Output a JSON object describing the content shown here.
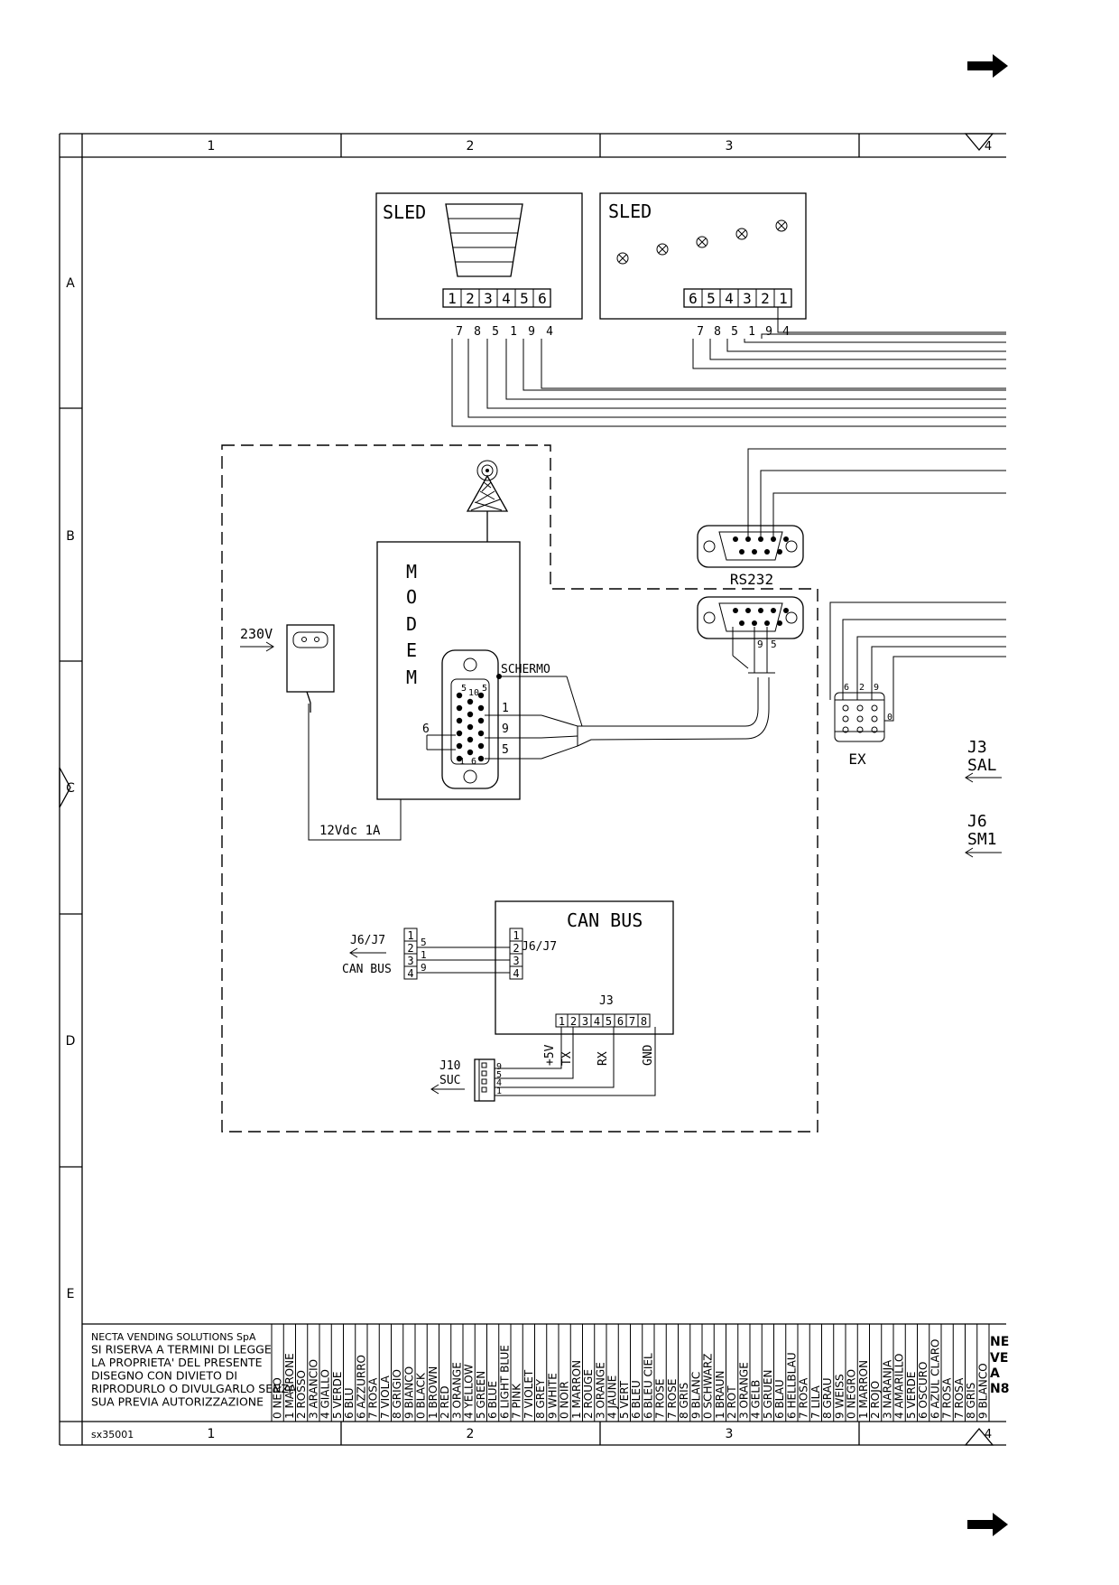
{
  "grid": {
    "columns": [
      "1",
      "2",
      "3",
      "4"
    ],
    "rows": [
      "A",
      "B",
      "C",
      "D",
      "E"
    ]
  },
  "sled1": {
    "title": "SLED",
    "pins": [
      "1",
      "2",
      "3",
      "4",
      "5",
      "6"
    ],
    "wires": [
      "7",
      "8",
      "5",
      "1",
      "9",
      "4"
    ]
  },
  "sled2": {
    "title": "SLED",
    "pins": [
      "6",
      "5",
      "4",
      "3",
      "2",
      "1"
    ],
    "wires": [
      "7",
      "8",
      "5",
      "1",
      "9",
      "4"
    ]
  },
  "modem": {
    "letters": [
      "M",
      "O",
      "D",
      "E",
      "M"
    ],
    "pin_labels": [
      "5",
      "10",
      "5",
      "6",
      "1",
      "6"
    ],
    "shield": "SCHERMO",
    "cable_pins": [
      "1",
      "9",
      "5"
    ]
  },
  "power": {
    "input": "230V",
    "output": "12Vdc 1A"
  },
  "rs232": {
    "label": "RS232"
  },
  "db9_pins": [
    "9",
    "5"
  ],
  "ex": {
    "label": "EX",
    "pins": [
      "6",
      "2",
      "9",
      "0"
    ]
  },
  "connectors": {
    "j3": "J3",
    "sal": "SAL",
    "j6": "J6",
    "sm1": "SM1"
  },
  "canbus": {
    "title": "CAN BUS",
    "j6j7": "J6/J7",
    "j3": "J3",
    "pins_left": [
      "1",
      "2",
      "3",
      "4"
    ],
    "wires_left": [
      "5",
      "1",
      "9"
    ],
    "pins_j3": [
      "1",
      "2",
      "3",
      "4",
      "5",
      "6",
      "7",
      "8"
    ],
    "signals": [
      "+5V",
      "TX",
      "RX",
      "GND"
    ],
    "ext_label1": "J6/J7",
    "ext_label2": "CAN BUS",
    "suc_label1": "J10",
    "suc_label2": "SUC",
    "suc_pins": [
      "9",
      "5",
      "4",
      "1"
    ]
  },
  "company": {
    "lines": [
      "NECTA VENDING SOLUTIONS SpA",
      "SI RISERVA A TERMINI DI LEGGE",
      "LA PROPRIETA' DEL PRESENTE",
      "DISEGNO CON DIVIETO DI",
      "RIPRODURLO O DIVULGARLO SENZA",
      "SUA PREVIA AUTORIZZAZIONE"
    ],
    "code": "sx35001"
  },
  "color_codes": [
    "0 NERO",
    "1 MARRONE",
    "2 ROSSO",
    "3 ARANCIO",
    "4 GIALLO",
    "5 VERDE",
    "6 BLU",
    "6 AZZURRO",
    "7 ROSA",
    "7 VIOLA",
    "8 GRIGIO",
    "9 BIANCO",
    "0 BLACK",
    "1 BROWN",
    "2 RED",
    "3 ORANGE",
    "4 YELLOW",
    "5 GREEN",
    "6 BLUE",
    "6 LIGHT BLUE",
    "7 PINK",
    "7 VIOLET",
    "8 GREY",
    "9 WHITE",
    "0 NOIR",
    "1 MARRON",
    "2 ROUGE",
    "3 ORANGE",
    "4 JAUNE",
    "5 VERT",
    "6 BLEU",
    "6 BLEU CIEL",
    "7 ROSE",
    "7 ROSE",
    "8 GRIS",
    "9 BLANC",
    "0 SCHWARZ",
    "1 BRAUN",
    "2 ROT",
    "3 ORANGE",
    "4 GELB",
    "5 GRUEN",
    "6 BLAU",
    "6 HELLBLAU",
    "7 ROSA",
    "7 LILA",
    "8 GRAU",
    "9 WEISS",
    "0 NEGRO",
    "1 MARRON",
    "2 ROJO",
    "3 NARANJA",
    "4 AMARILLO",
    "5 VERDE",
    "6 OSCURO",
    "6 AZUL CLARO",
    "7 ROSA",
    "7 ROSA",
    "8 GRIS",
    "9 BLANCO"
  ],
  "title_block": [
    "NE",
    "VE",
    "A",
    "N8"
  ]
}
